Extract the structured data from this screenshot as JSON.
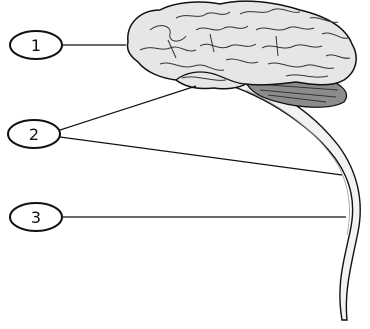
{
  "diagram": {
    "labels": [
      {
        "id": "label-1",
        "text": "1",
        "target": "brain"
      },
      {
        "id": "label-2",
        "text": "2",
        "target": "cerebellum-and-spinal-cord"
      },
      {
        "id": "label-3",
        "text": "3",
        "target": "spinal-cord"
      }
    ],
    "colors": {
      "stroke": "#111111",
      "brain_fill": "#e6e6e6",
      "cerebellum_fill": "#8c8c8c",
      "cord_fill": "#f2f2f2",
      "background": "#ffffff"
    }
  }
}
